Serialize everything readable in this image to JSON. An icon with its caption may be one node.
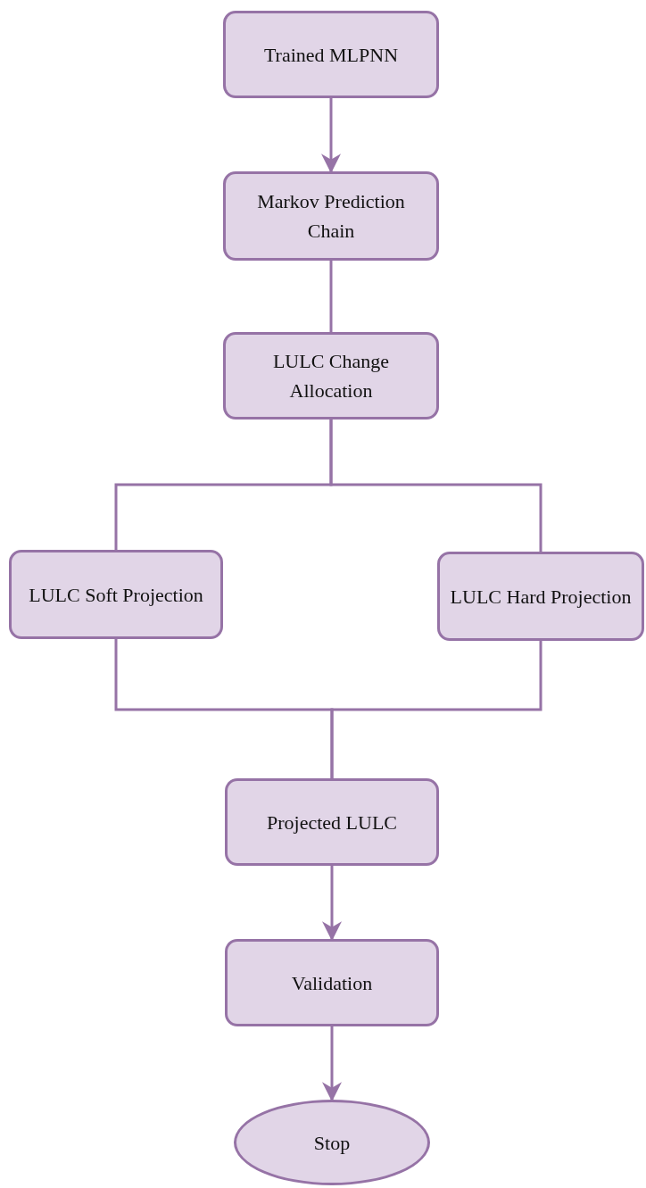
{
  "diagram": {
    "nodes": [
      {
        "text": [
          "Trained MLPNN"
        ]
      },
      {
        "text": [
          "Markov Prediction Chain"
        ]
      },
      {
        "text": [
          "LULC Change Allocation"
        ]
      },
      {
        "text": [
          "LULC Soft Projection"
        ]
      },
      {
        "text": [
          "LULC Hard Projection"
        ]
      },
      {
        "text": [
          "Projected LULC"
        ]
      },
      {
        "text": [
          "Validation"
        ]
      },
      {
        "text": [
          "Stop"
        ]
      }
    ],
    "edges": [
      {
        "from": 0,
        "to": 1,
        "arrow": "to"
      },
      {
        "from": 1,
        "to": 2,
        "arrow": "none"
      },
      {
        "from": 2,
        "to": 3,
        "arrow": "none"
      },
      {
        "from": 2,
        "to": 4,
        "arrow": "none"
      },
      {
        "from": 3,
        "to": 5,
        "arrow": "none"
      },
      {
        "from": 4,
        "to": 5,
        "arrow": "none"
      },
      {
        "from": 5,
        "to": 6,
        "arrow": "to"
      },
      {
        "from": 6,
        "to": 7,
        "arrow": "to"
      }
    ]
  }
}
